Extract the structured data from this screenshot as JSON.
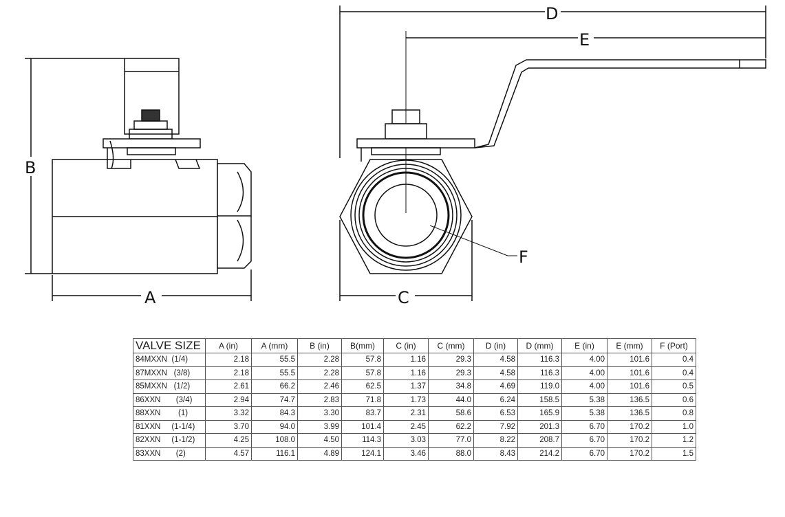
{
  "labels": {
    "A": "A",
    "B": "B",
    "C": "C",
    "D": "D",
    "E": "E",
    "F": "F"
  },
  "table": {
    "headers": [
      "VALVE SIZE",
      "A (in)",
      "A (mm)",
      "B (in)",
      "B(mm)",
      "C (in)",
      "C (mm)",
      "D (in)",
      "D (mm)",
      "E (in)",
      "E (mm)",
      "F (Port)"
    ],
    "rows": [
      [
        "84MXXN  (1/4)",
        "2.18",
        "55.5",
        "2.28",
        "57.8",
        "1.16",
        "29.3",
        "4.58",
        "116.3",
        "4.00",
        "101.6",
        "0.4"
      ],
      [
        "87MXXN   (3/8)",
        "2.18",
        "55.5",
        "2.28",
        "57.8",
        "1.16",
        "29.3",
        "4.58",
        "116.3",
        "4.00",
        "101.6",
        "0.4"
      ],
      [
        "85MXXN   (1/2)",
        "2.61",
        "66.2",
        "2.46",
        "62.5",
        "1.37",
        "34.8",
        "4.69",
        "119.0",
        "4.00",
        "101.6",
        "0.5"
      ],
      [
        "86XXN       (3/4)",
        "2.94",
        "74.7",
        "2.83",
        "71.8",
        "1.73",
        "44.0",
        "6.24",
        "158.5",
        "5.38",
        "136.5",
        "0.6"
      ],
      [
        "88XXN        (1)",
        "3.32",
        "84.3",
        "3.30",
        "83.7",
        "2.31",
        "58.6",
        "6.53",
        "165.9",
        "5.38",
        "136.5",
        "0.8"
      ],
      [
        "81XXN     (1-1/4)",
        "3.70",
        "94.0",
        "3.99",
        "101.4",
        "2.45",
        "62.2",
        "7.92",
        "201.3",
        "6.70",
        "170.2",
        "1.0"
      ],
      [
        "82XXN     (1-1/2)",
        "4.25",
        "108.0",
        "4.50",
        "114.3",
        "3.03",
        "77.0",
        "8.22",
        "208.7",
        "6.70",
        "170.2",
        "1.2"
      ],
      [
        "83XXN       (2)",
        "4.57",
        "116.1",
        "4.89",
        "124.1",
        "3.46",
        "88.0",
        "8.43",
        "214.2",
        "6.70",
        "170.2",
        "1.5"
      ]
    ]
  }
}
